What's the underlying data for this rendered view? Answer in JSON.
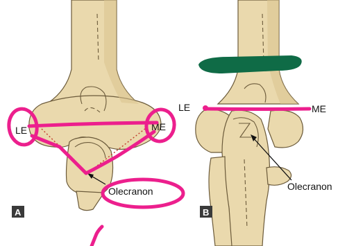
{
  "panels": {
    "a": {
      "tag": "A",
      "labels": {
        "lateral_epicondyle": "LE",
        "medial_epicondyle": "ME",
        "olecranon": "Olecranon"
      }
    },
    "b": {
      "tag": "B",
      "labels": {
        "lateral_epicondyle": "LE",
        "medial_epicondyle": "ME",
        "olecranon": "Olecranon"
      }
    }
  },
  "colors": {
    "annotation_pink": "#ec1f8d",
    "annotation_green": "#0f6b46",
    "bone_fill": "#ead9ad",
    "bone_outline": "#6b5a3a",
    "tag_box": "#3a3a3a"
  }
}
